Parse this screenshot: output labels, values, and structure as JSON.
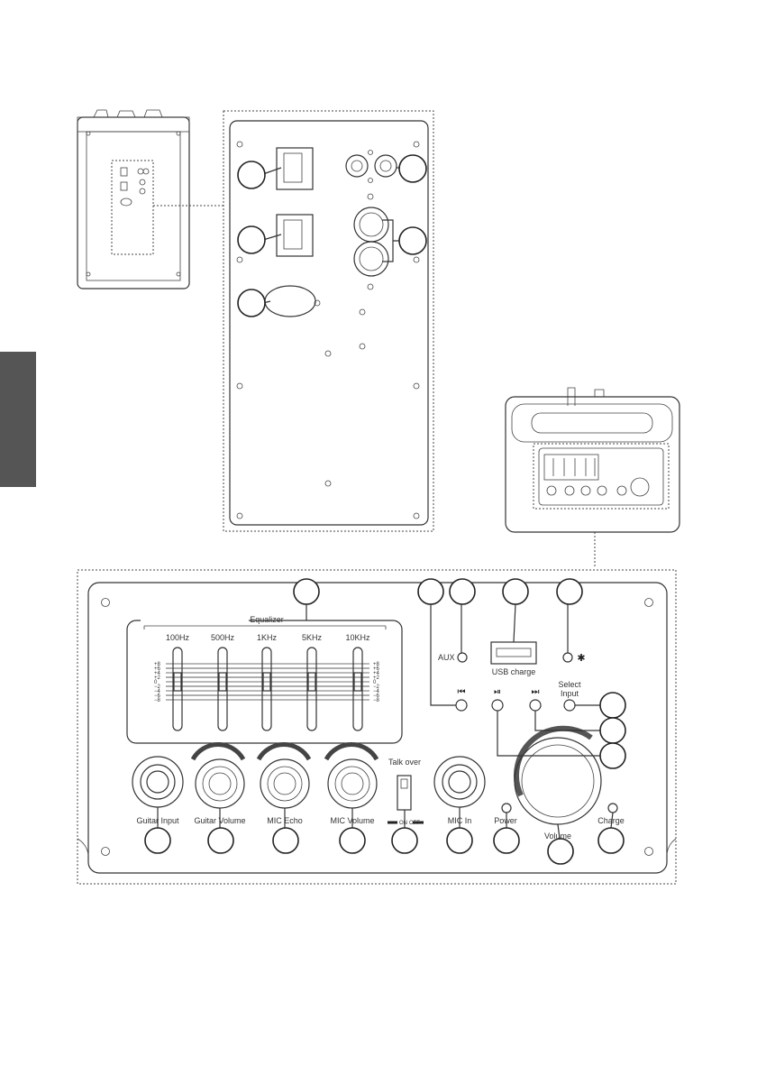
{
  "equalizer": {
    "title": "Equalizer",
    "bands": [
      "100Hz",
      "500Hz",
      "1KHz",
      "5KHz",
      "10KHz"
    ],
    "scale": [
      "+8",
      "+6",
      "+4",
      "+2",
      "0",
      "−2",
      "−4",
      "−6",
      "−8"
    ]
  },
  "top_panel": {
    "aux_label": "AUX",
    "usb_label": "USB charge",
    "bluetooth_icon": "bluetooth-icon",
    "select_input_line1": "Select",
    "select_input_line2": "Input",
    "prev_icon": "previous-track-icon",
    "play_pause_icon": "play-pause-icon",
    "next_icon": "next-track-icon"
  },
  "jacks": {
    "guitar_input": "Guitar Input",
    "guitar_volume": "Guitar Volume",
    "mic_echo": "MIC Echo",
    "mic_volume": "MIC Volume",
    "talk_over": "Talk over",
    "talk_over_on": "ON",
    "talk_over_off": "OFF",
    "mic_in": "MIC In",
    "power": "Power",
    "volume": "Volume",
    "charge": "Charge"
  }
}
